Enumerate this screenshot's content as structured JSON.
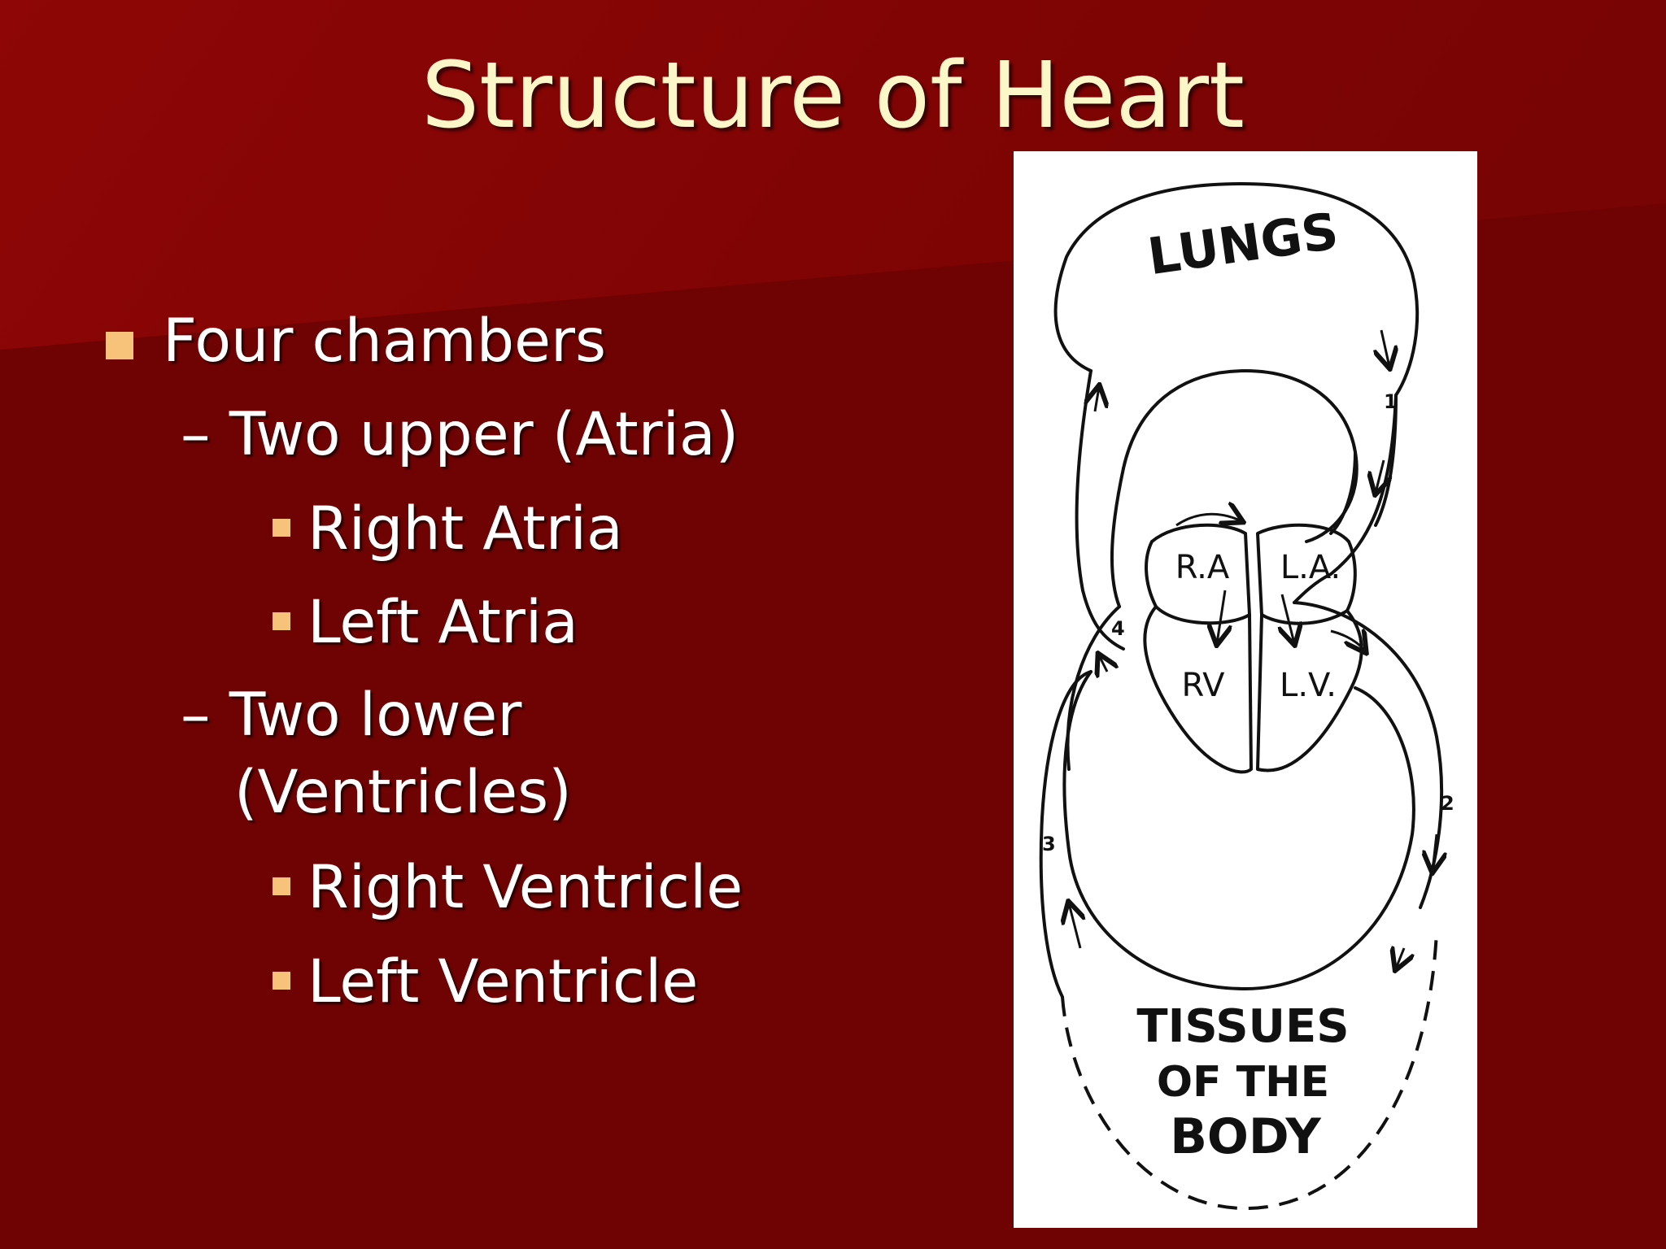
{
  "slide": {
    "title": "Structure of Heart",
    "bullet_l1": "Four chambers",
    "bullet_upper": "– Two upper (Atria)",
    "bullet_right_atria": "Right Atria",
    "bullet_left_atria": "Left Atria",
    "bullet_lower_1": "– Two lower",
    "bullet_lower_2": "(Ventricles)",
    "bullet_right_ventricle": "Right Ventricle",
    "bullet_left_ventricle": "Left Ventricle"
  },
  "diagram": {
    "lungs": "LUNGS",
    "ra": "R.A",
    "la": "L.A.",
    "rv": "RV",
    "lv": "L.V.",
    "tissues_1": "TISSUES",
    "tissues_2": "OF THE",
    "tissues_3": "BODY",
    "n1": "1",
    "n2": "2",
    "n3": "3",
    "n4": "4"
  },
  "colors": {
    "background": "#730404",
    "title": "#fbf7c8",
    "bullet_square": "#f7c27a",
    "text": "#ffffff"
  }
}
